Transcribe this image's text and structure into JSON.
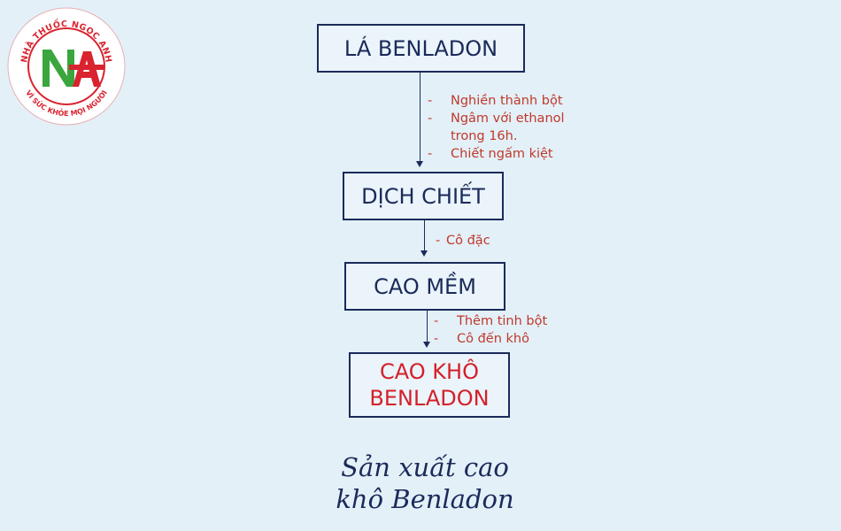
{
  "logo": {
    "top_text": "NHÀ THUỐC NGỌC ANH",
    "bottom_text": "VÌ SỨC KHỎE MỌI NGƯỜI",
    "monogram": "NA",
    "colors": {
      "ring": "#d9232f",
      "n": "#3aa63d",
      "a": "#d9232f"
    }
  },
  "nodes": [
    {
      "label": "LÁ BENLADON"
    },
    {
      "label": "DỊCH CHIẾT"
    },
    {
      "label": "CAO MỀM"
    },
    {
      "label_line1": "CAO KHÔ",
      "label_line2": "BENLADON"
    }
  ],
  "steps": [
    {
      "items": [
        "Nghiền thành bột",
        "Ngâm với ethanol",
        "trong 16h.",
        "Chiết ngấm kiệt"
      ]
    },
    {
      "items": [
        "Cô đặc"
      ]
    },
    {
      "items": [
        "Thêm tinh bột",
        "Cô đến khô"
      ]
    }
  ],
  "caption": {
    "line1": "Sản xuất cao",
    "line2": "khô Benladon"
  },
  "colors": {
    "background": "#e3f0f8",
    "box_border": "#1b2a5a",
    "text": "#1b2a5a",
    "step_text": "#c0392b",
    "final_text": "#d4202a"
  }
}
